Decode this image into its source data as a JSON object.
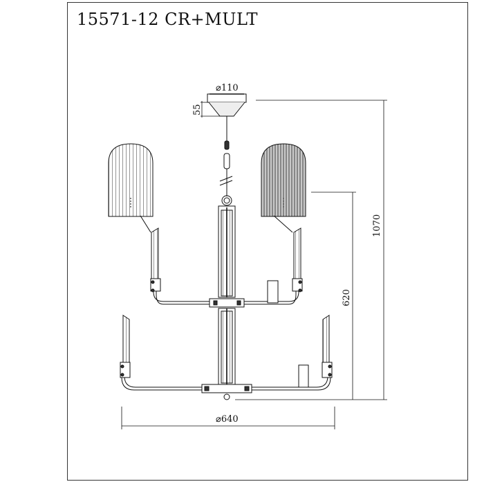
{
  "title": "15571-12 CR+MULT",
  "dimensions": {
    "canopy_diameter": "⌀110",
    "canopy_height": "55",
    "total_height": "1070",
    "body_height": "620",
    "overall_diameter": "⌀640"
  }
}
